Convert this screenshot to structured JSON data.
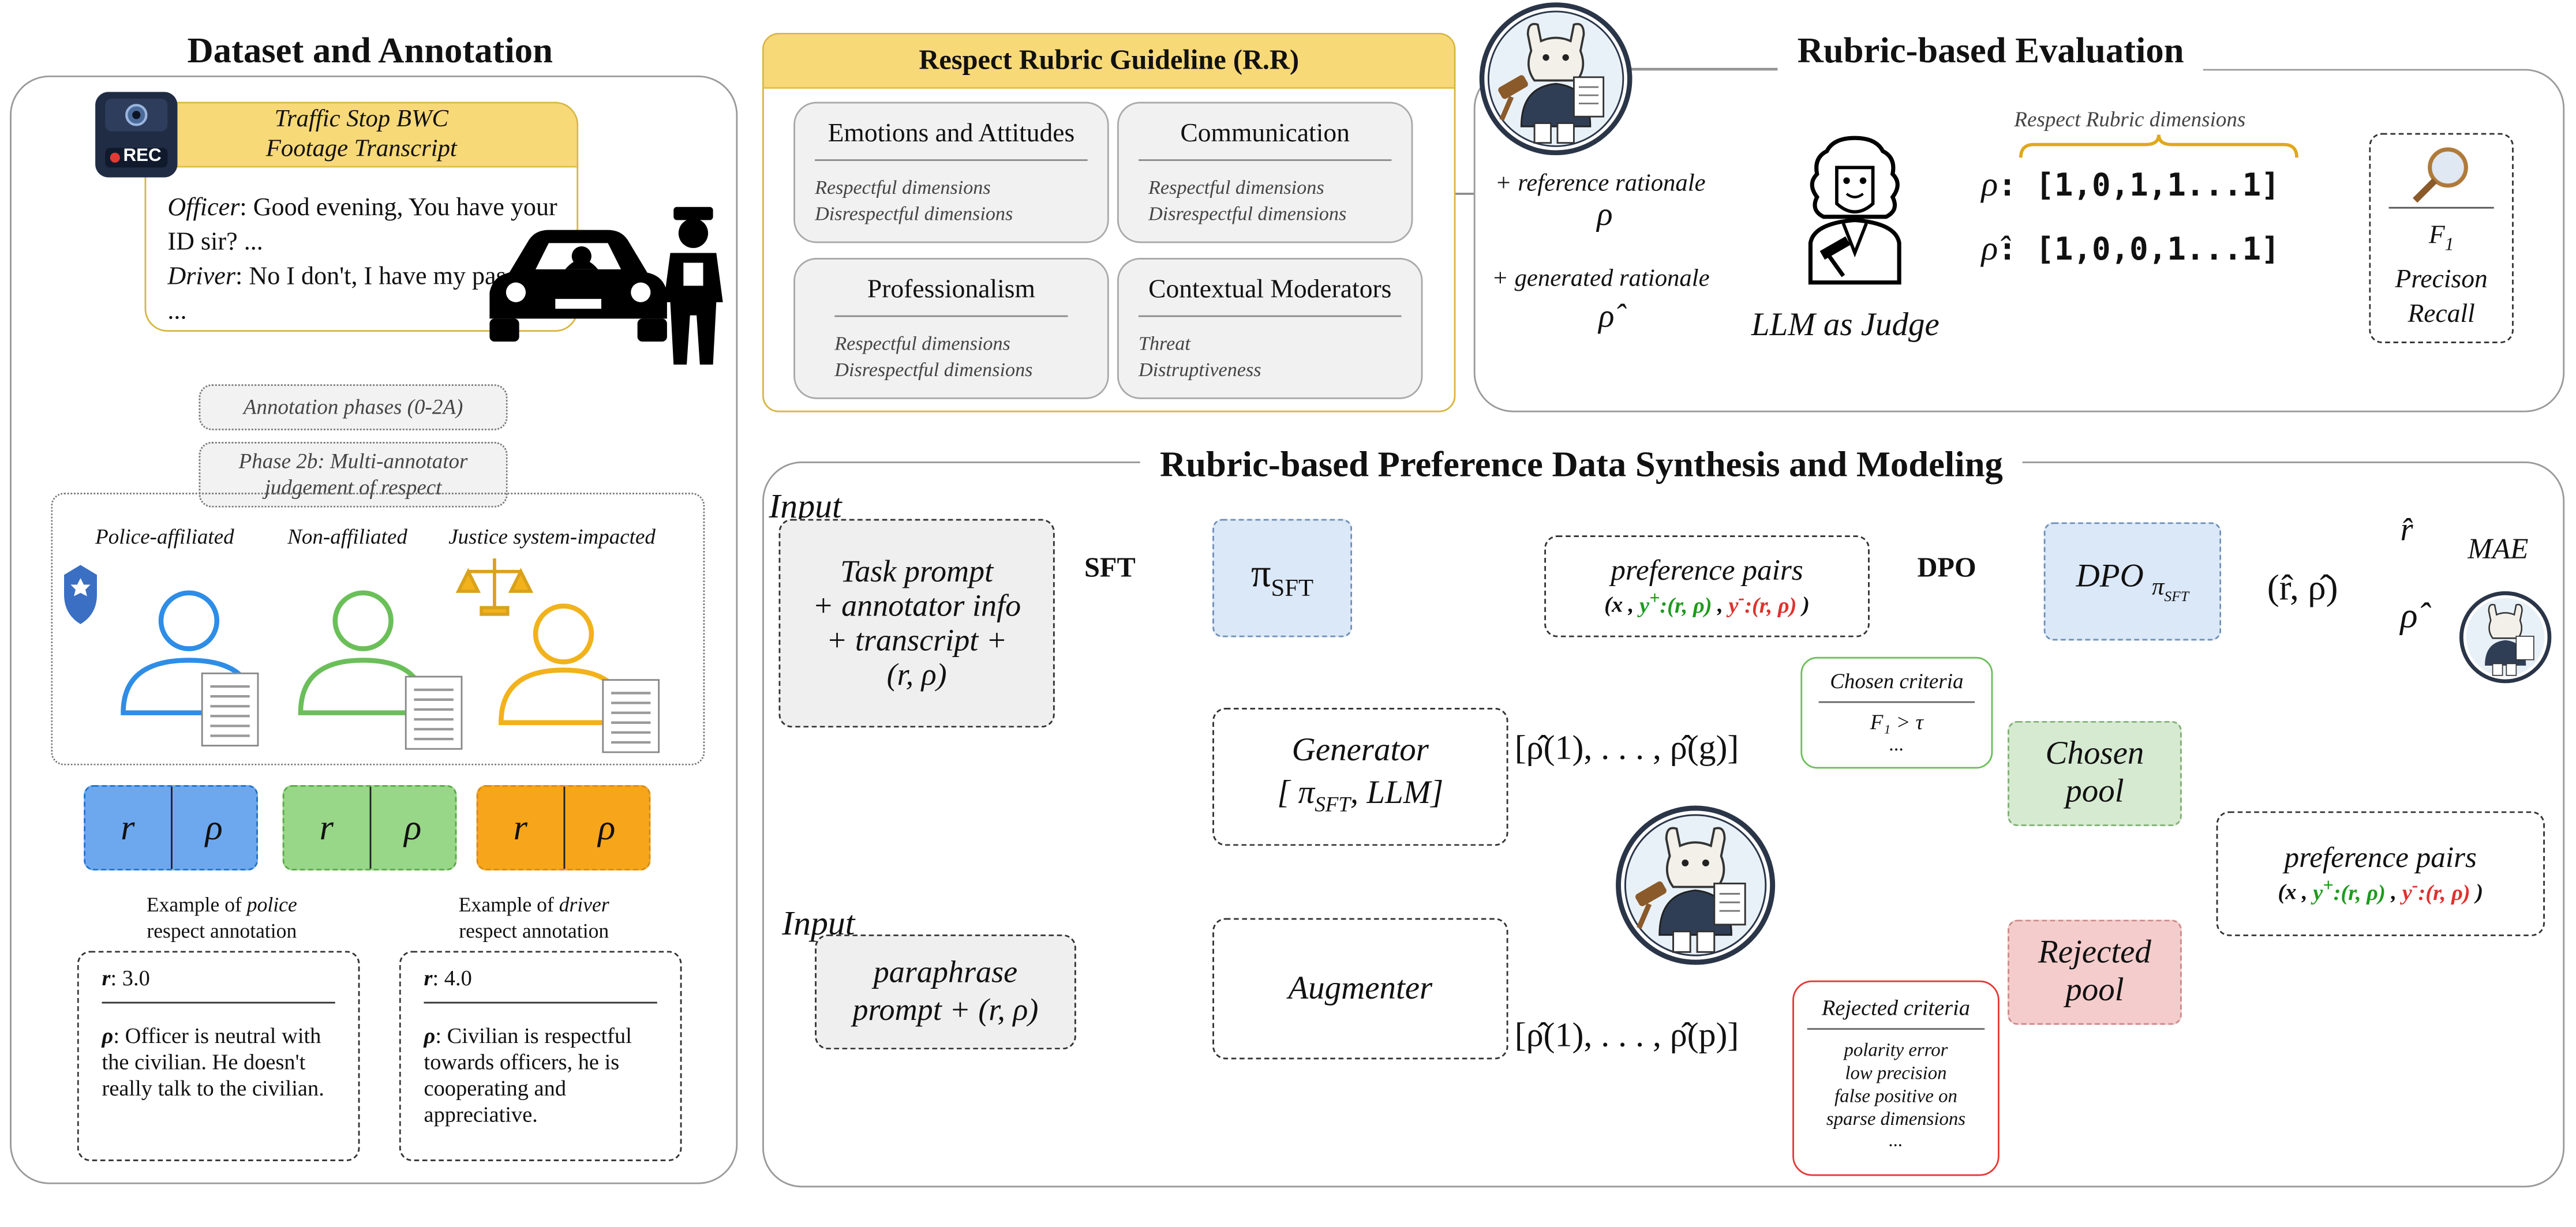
{
  "colors": {
    "accent_yellow": "#f5d56a",
    "blue_fill": "#dbe8f8",
    "green_fill": "#d6ead2",
    "red_fill": "#f4cccc",
    "blue_stroke": "#1e88e5",
    "green_stroke": "#6bbf59",
    "orange_stroke": "#f2b21c"
  },
  "left": {
    "title": "Dataset and Annotation",
    "transcript_title_1": "Traffic Stop BWC",
    "transcript_title_2": "Footage Transcript",
    "rec": "REC",
    "officer_name": "Officer",
    "officer_line": ": Good evening, You have your ID sir? ...",
    "driver_name": "Driver",
    "driver_line": ": No I don't, I have my passport ...",
    "phase1": "Annotation phases (0-2A)",
    "phase2_1": "Phase 2b: Multi-annotator",
    "phase2_2": "judgement of respect",
    "annotators": [
      "Police-affiliated",
      "Non-affiliated",
      "Justice system-impacted"
    ],
    "r": "r",
    "rho": "ρ",
    "example1_prefix": "Example of ",
    "example1_em": "police",
    "example1_suffix": "respect annotation",
    "example2_prefix": "Example of ",
    "example2_em": "driver",
    "example2_suffix": "respect annotation",
    "card1_r_label": "r",
    "card1_r_value": ": 3.0",
    "card1_rho_label": "ρ",
    "card1_rho_text": ": Officer is neutral with the civilian. He doesn't really talk to the civilian.",
    "card2_r_label": "r",
    "card2_r_value": ": 4.0",
    "card2_rho_label": "ρ",
    "card2_rho_text": ": Civilian is respectful towards officers, he is cooperating and appreciative."
  },
  "rubric": {
    "title": "Respect Rubric Guideline (R.R)",
    "cells": [
      {
        "title": "Emotions and Attitudes",
        "d1": "Respectful dimensions",
        "d2": "Disrespectful dimensions"
      },
      {
        "title": "Communication",
        "d1": "Respectful dimensions",
        "d2": "Disrespectful dimensions"
      },
      {
        "title": "Professionalism",
        "d1": "Respectful dimensions",
        "d2": "Disrespectful dimensions"
      },
      {
        "title": "Contextual Moderators",
        "d1": "Threat",
        "d2": "Distruptiveness"
      }
    ]
  },
  "eval": {
    "title": "Rubric-based Evaluation",
    "ref_label": "+ reference rationale",
    "ref_sym": "ρ",
    "gen_label": "+ generated rationale",
    "gen_sym": "ρ̂",
    "judge_label": "LLM as Judge",
    "dims_label": "Respect Rubric dimensions",
    "vec1_sym": "ρ",
    "vec1": ": [1,0,1,1...1]",
    "vec2_sym": "ρ̂",
    "vec2": ": [1,0,0,1...1]",
    "metric_f": "F",
    "metric_f_sub": "1",
    "metric_p": "Precison",
    "metric_r": "Recall"
  },
  "synth": {
    "title": "Rubric-based Preference Data Synthesis and Modeling",
    "input1": "Input",
    "task_lines": [
      "Task prompt",
      "+ annotator info",
      "+ transcript +",
      "(r, ρ)"
    ],
    "sft": "SFT",
    "pi": "π",
    "pi_sub": "SFT",
    "pref_title": "preference pairs",
    "pref_x": "x",
    "pref_yplus": "y",
    "pref_plus": "+",
    "pref_rr": ":(r, ρ)",
    "pref_yminus": "y",
    "pref_minus": "-",
    "pref_rr2": ":(r, ρ)",
    "dpo": "DPO",
    "dpo_box": "DPO",
    "dpo_sub": "π",
    "dpo_subsub": "SFT",
    "out_pair": "(r̂, ρ̂)",
    "out_r": "r̂",
    "out_rho": "ρ̂",
    "mae": "MAE",
    "gen_1": "Generator",
    "gen_2": "[ π",
    "gen_2_sub": "SFT",
    "gen_2_end": ", LLM]",
    "gen_out": "[ρ̂(1), . . . , ρ̂(g)]",
    "input2": "Input",
    "para_1": "paraphrase",
    "para_2": "prompt + (r, ρ)",
    "aug": "Augmenter",
    "aug_out": "[ρ̂(1), . . . , ρ̂(p)]",
    "chosen_crit": "Chosen criteria",
    "chosen_rule": "F₁ > τ",
    "chosen_dots": "...",
    "chosen_pool_1": "Chosen",
    "chosen_pool_2": "pool",
    "rejected_crit": "Rejected criteria",
    "rejected_items": [
      "polarity error",
      "low precision",
      "false positive on",
      "sparse dimensions",
      "..."
    ],
    "rejected_pool_1": "Rejected",
    "rejected_pool_2": "pool",
    "pref2_title": "preference pairs"
  }
}
